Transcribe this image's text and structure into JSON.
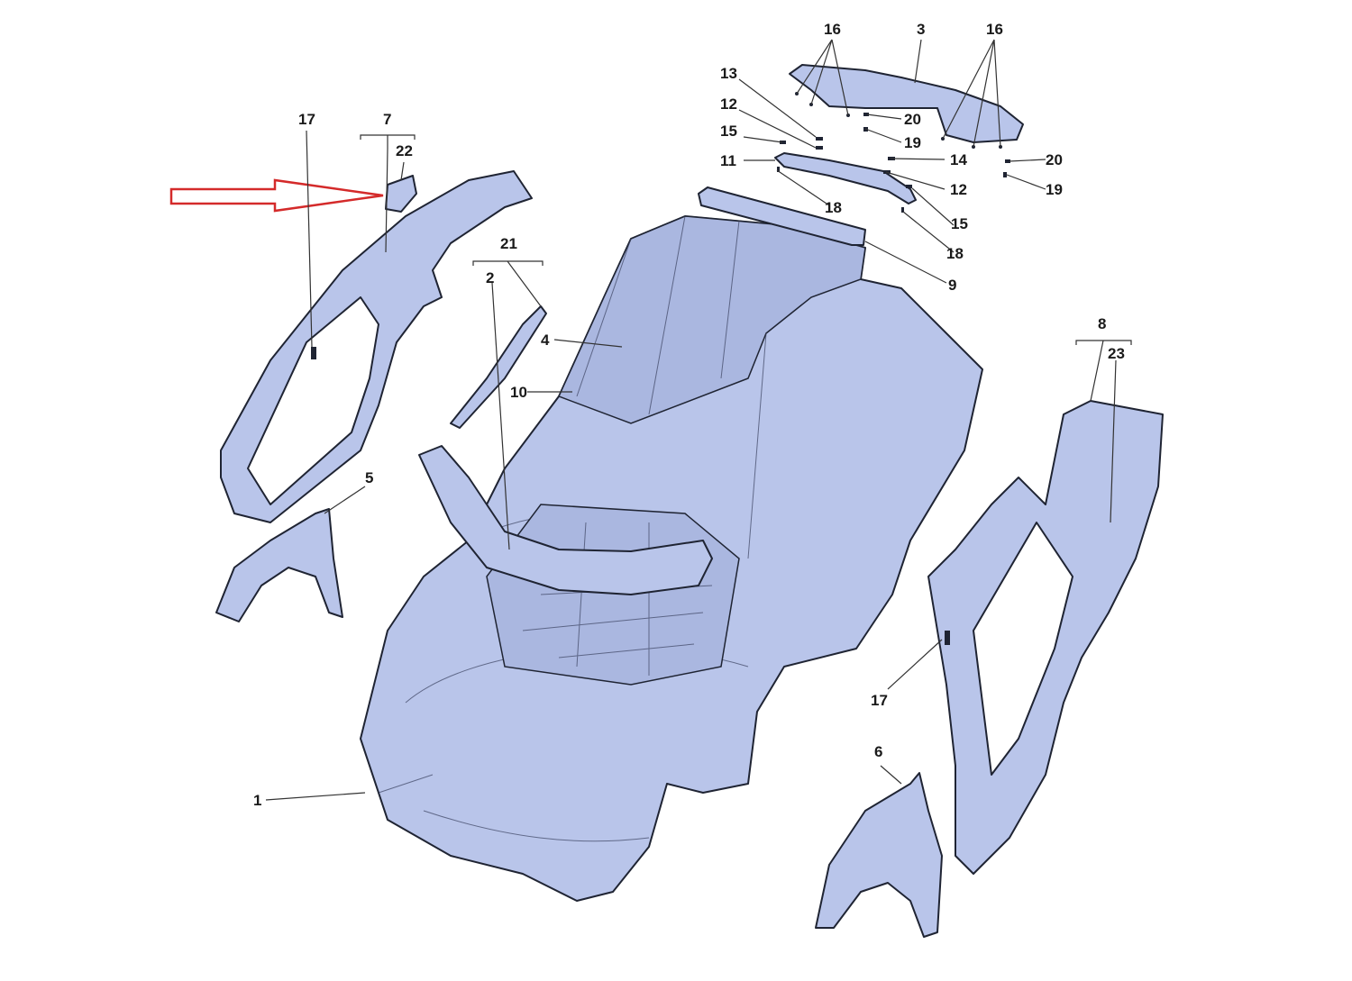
{
  "diagram": {
    "title": "Body shell exploded view",
    "accent_color": "#d42a2a",
    "part_fill_color": "#b9c5ea",
    "callouts": {
      "c16a": "16",
      "c3": "3",
      "c16b": "16",
      "c13": "13",
      "c12a": "12",
      "c15a": "15",
      "c11": "11",
      "c20a": "20",
      "c19a": "19",
      "c14": "14",
      "c20b": "20",
      "c12b": "12",
      "c19b": "19",
      "c18a": "18",
      "c15b": "15",
      "c18b": "18",
      "c9": "9",
      "c17a": "17",
      "c7": "7",
      "c22": "22",
      "c21": "21",
      "c2": "2",
      "c4": "4",
      "c10": "10",
      "c8": "8",
      "c23": "23",
      "c5": "5",
      "c17b": "17",
      "c6": "6",
      "c1": "1"
    }
  }
}
